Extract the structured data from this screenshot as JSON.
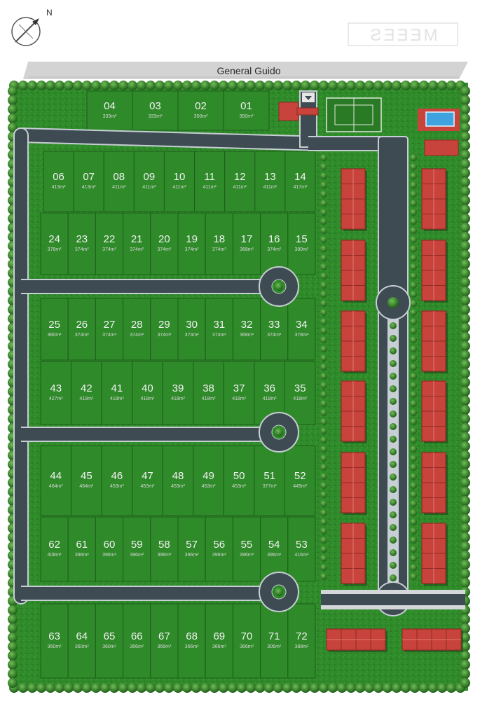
{
  "street": {
    "name": "General Guido"
  },
  "logo": {
    "text": "MEEES"
  },
  "compass": {
    "label": "N"
  },
  "lots": {
    "row_north": [
      {
        "n": "04",
        "a": "333m²"
      },
      {
        "n": "03",
        "a": "333m²"
      },
      {
        "n": "02",
        "a": "350m²"
      },
      {
        "n": "01",
        "a": "350m²"
      }
    ],
    "row_a": [
      {
        "n": "06",
        "a": "413m²"
      },
      {
        "n": "07",
        "a": "413m²"
      },
      {
        "n": "08",
        "a": "411m²"
      },
      {
        "n": "09",
        "a": "411m²"
      },
      {
        "n": "10",
        "a": "411m²"
      },
      {
        "n": "11",
        "a": "411m²"
      },
      {
        "n": "12",
        "a": "411m²"
      },
      {
        "n": "13",
        "a": "411m²"
      },
      {
        "n": "14",
        "a": "417m²"
      }
    ],
    "row_b": [
      {
        "n": "24",
        "a": "378m²"
      },
      {
        "n": "23",
        "a": "374m²"
      },
      {
        "n": "22",
        "a": "374m²"
      },
      {
        "n": "21",
        "a": "374m²"
      },
      {
        "n": "20",
        "a": "374m²"
      },
      {
        "n": "19",
        "a": "374m²"
      },
      {
        "n": "18",
        "a": "374m²"
      },
      {
        "n": "17",
        "a": "368m²"
      },
      {
        "n": "16",
        "a": "374m²"
      },
      {
        "n": "15",
        "a": "380m²"
      }
    ],
    "row_c": [
      {
        "n": "25",
        "a": "380m²"
      },
      {
        "n": "26",
        "a": "374m²"
      },
      {
        "n": "27",
        "a": "374m²"
      },
      {
        "n": "28",
        "a": "374m²"
      },
      {
        "n": "29",
        "a": "374m²"
      },
      {
        "n": "30",
        "a": "374m²"
      },
      {
        "n": "31",
        "a": "374m²"
      },
      {
        "n": "32",
        "a": "368m²"
      },
      {
        "n": "33",
        "a": "374m²"
      },
      {
        "n": "34",
        "a": "378m²"
      }
    ],
    "row_d": [
      {
        "n": "43",
        "a": "427m²"
      },
      {
        "n": "42",
        "a": "418m²"
      },
      {
        "n": "41",
        "a": "418m²"
      },
      {
        "n": "40",
        "a": "418m²"
      },
      {
        "n": "39",
        "a": "418m²"
      },
      {
        "n": "38",
        "a": "418m²"
      },
      {
        "n": "37",
        "a": "418m²"
      },
      {
        "n": "36",
        "a": "418m²"
      },
      {
        "n": "35",
        "a": "418m²"
      }
    ],
    "row_e": [
      {
        "n": "44",
        "a": "464m²"
      },
      {
        "n": "45",
        "a": "464m²"
      },
      {
        "n": "46",
        "a": "453m²"
      },
      {
        "n": "47",
        "a": "453m²"
      },
      {
        "n": "48",
        "a": "453m²"
      },
      {
        "n": "49",
        "a": "453m²"
      },
      {
        "n": "50",
        "a": "453m²"
      },
      {
        "n": "51",
        "a": "377m²"
      },
      {
        "n": "52",
        "a": "449m²"
      }
    ],
    "row_f": [
      {
        "n": "62",
        "a": "408m²"
      },
      {
        "n": "61",
        "a": "396m²"
      },
      {
        "n": "60",
        "a": "396m²"
      },
      {
        "n": "59",
        "a": "396m²"
      },
      {
        "n": "58",
        "a": "396m²"
      },
      {
        "n": "57",
        "a": "396m²"
      },
      {
        "n": "56",
        "a": "396m²"
      },
      {
        "n": "55",
        "a": "396m²"
      },
      {
        "n": "54",
        "a": "396m²"
      },
      {
        "n": "53",
        "a": "416m²"
      }
    ],
    "row_g": [
      {
        "n": "63",
        "a": "360m²"
      },
      {
        "n": "64",
        "a": "360m²"
      },
      {
        "n": "65",
        "a": "360m²"
      },
      {
        "n": "66",
        "a": "366m²"
      },
      {
        "n": "67",
        "a": "366m²"
      },
      {
        "n": "68",
        "a": "366m²"
      },
      {
        "n": "69",
        "a": "366m²"
      },
      {
        "n": "70",
        "a": "366m²"
      },
      {
        "n": "71",
        "a": "306m²"
      },
      {
        "n": "72",
        "a": "388m²"
      }
    ]
  },
  "colors": {
    "grass": "#2f8a2a",
    "grass_dark": "#1d5e1b",
    "road": "#3e4b53",
    "road_edge": "#c7cfd4",
    "roof": "#c8433c",
    "roof_dark": "#8f2a25",
    "pool": "#3fa3e0",
    "street": "#d3d3d3"
  }
}
